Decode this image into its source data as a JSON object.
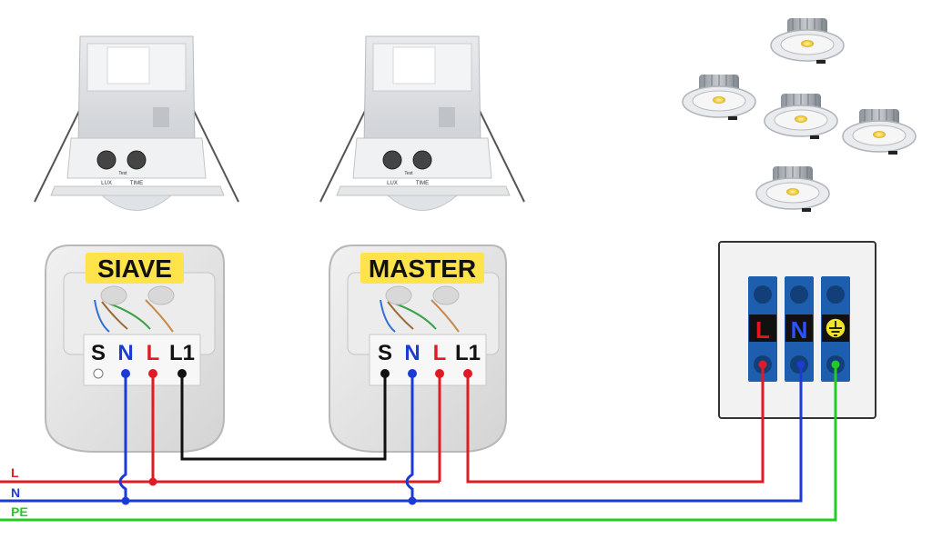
{
  "sensors": {
    "dial_lux": "LUX",
    "dial_time": "TIME",
    "dial_test": "Test"
  },
  "slave": {
    "title": "SIAVE",
    "terminals": [
      "S",
      "N",
      "L",
      "L1"
    ]
  },
  "master": {
    "title": "MASTER",
    "terminals": [
      "S",
      "N",
      "L",
      "L1"
    ]
  },
  "junction_box": {
    "terminals": [
      "L",
      "N",
      "PE"
    ],
    "colors": {
      "L": "#e8141c",
      "N": "#1a3fd6",
      "PE": "#2fd12f"
    }
  },
  "bus_lines": [
    {
      "label": "L",
      "color": "#e01b24"
    },
    {
      "label": "N",
      "color": "#1c3ad4"
    },
    {
      "label": "PE",
      "color": "#22cc22"
    }
  ],
  "colors": {
    "label_bg": "#ffe34a",
    "wire_black": "#111111",
    "terminal_block": "#1d5fae"
  }
}
